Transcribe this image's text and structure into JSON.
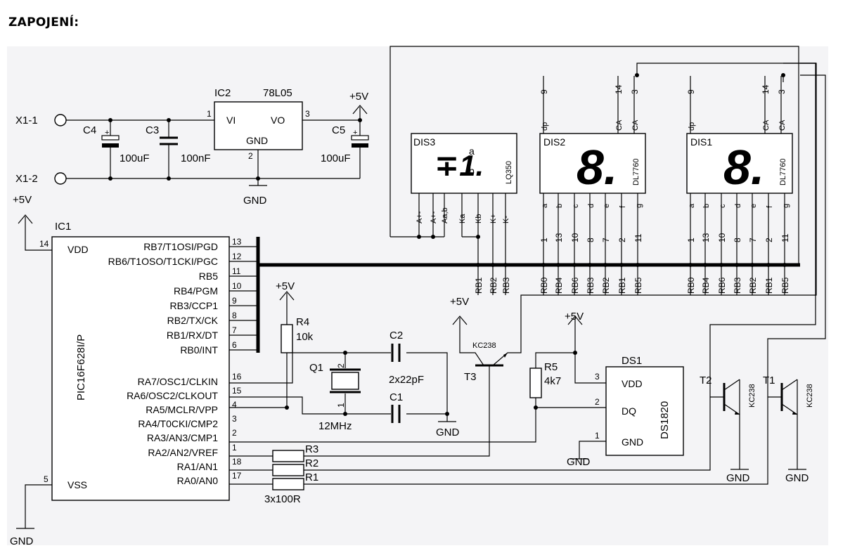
{
  "heading": "ZAPOJENÍ:",
  "connectors": [
    "X1-1",
    "X1-2"
  ],
  "supply": {
    "vcc": "+5V",
    "gnd": "GND"
  },
  "regulator": {
    "ref": "IC2",
    "part": "78L05",
    "vi": "VI",
    "vo": "VO",
    "gnd": "GND",
    "pins": [
      "1",
      "3",
      "2"
    ]
  },
  "caps": {
    "c4": "C4",
    "c4v": "100uF",
    "c3": "C3",
    "c3v": "100nF",
    "c5": "C5",
    "c5v": "100uF",
    "c2": "C2",
    "c1": "C1",
    "c12v": "2x22pF"
  },
  "mcu": {
    "ref": "IC1",
    "part": "PIC16F628I/P",
    "vdd": "VDD",
    "vss": "VSS",
    "vdd_pin": "14",
    "vss_pin": "5",
    "pins_right": [
      {
        "name": "RB7/T1OSI/PGD",
        "num": "13"
      },
      {
        "name": "RB6/T1OSO/T1CKI/PGC",
        "num": "12"
      },
      {
        "name": "RB5",
        "num": "11"
      },
      {
        "name": "RB4/PGM",
        "num": "10"
      },
      {
        "name": "RB3/CCP1",
        "num": "9"
      },
      {
        "name": "RB2/TX/CK",
        "num": "8"
      },
      {
        "name": "RB1/RX/DT",
        "num": "7"
      },
      {
        "name": "RB0/INT",
        "num": "6"
      },
      {
        "name": "RA7/OSC1/CLKIN",
        "num": "16"
      },
      {
        "name": "RA6/OSC2/CLKOUT",
        "num": "15"
      },
      {
        "name": "RA5/MCLR/VPP",
        "num": "4"
      },
      {
        "name": "RA4/T0CKI/CMP2",
        "num": "3"
      },
      {
        "name": "RA3/AN3/CMP1",
        "num": "2"
      },
      {
        "name": "RA2/AN2/VREF",
        "num": "1"
      },
      {
        "name": "RA1/AN1",
        "num": "18"
      },
      {
        "name": "RA0/AN0",
        "num": "17"
      }
    ]
  },
  "resistors": {
    "r4": "R4",
    "r4v": "10k",
    "r5": "R5",
    "r5v": "4k7",
    "r3": "R3",
    "r2": "R2",
    "r1": "R1",
    "r123v": "3x100R"
  },
  "crystal": {
    "ref": "Q1",
    "value": "12MHz",
    "pin_top": "2",
    "pin_bottom": "1"
  },
  "transistors": {
    "t3": "T3",
    "t2": "T2",
    "t1": "T1",
    "part": "KC238"
  },
  "sensor": {
    "ref": "DS1",
    "part": "DS1820",
    "vdd": "VDD",
    "dq": "DQ",
    "gnd": "GND",
    "pins": [
      "3",
      "2",
      "1"
    ]
  },
  "dis3": {
    "ref": "DIS3",
    "part": "LQ350",
    "glyph": "∓1.",
    "a": "a",
    "b": "b",
    "pins": [
      "A+-",
      "A+-",
      "Aa,b",
      "Ka",
      "Kb",
      "K+",
      "K-"
    ],
    "nets": [
      "RB1",
      "RB2",
      "RB3"
    ]
  },
  "dis2": {
    "ref": "DIS2",
    "part": "DL7760",
    "glyph": "8.",
    "top_pins": [
      "9",
      "14",
      "3"
    ],
    "top_names": [
      "dp",
      "CA",
      "CA"
    ],
    "seg_names": [
      "a",
      "b",
      "c",
      "d",
      "e",
      "f",
      "g"
    ],
    "seg_pins": [
      "1",
      "13",
      "10",
      "8",
      "7",
      "2",
      "11"
    ],
    "nets": [
      "RB0",
      "RB4",
      "RB6",
      "RB3",
      "RB2",
      "RB1",
      "RB5"
    ]
  },
  "dis1": {
    "ref": "DIS1",
    "part": "DL7760",
    "glyph": "8.",
    "top_pins": [
      "9",
      "14",
      "3"
    ],
    "top_names": [
      "dp",
      "CA",
      "CA"
    ],
    "seg_names": [
      "a",
      "b",
      "c",
      "d",
      "e",
      "f",
      "g"
    ],
    "seg_pins": [
      "1",
      "13",
      "10",
      "8",
      "7",
      "2",
      "11"
    ],
    "nets": [
      "RB0",
      "RB4",
      "RB6",
      "RB3",
      "RB2",
      "RB1",
      "RB5"
    ]
  }
}
